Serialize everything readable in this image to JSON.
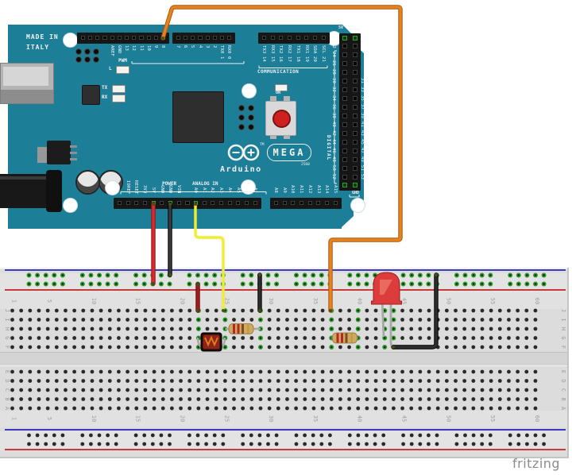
{
  "watermark": {
    "label": "fritzing"
  },
  "arduino": {
    "silk": {
      "made_in_line1": "MADE IN",
      "made_in_line2": "ITALY",
      "brand": "Arduino",
      "model": "MEGA",
      "mcu": "2560",
      "tm": "TM",
      "pwm": "PWM",
      "communication": "COMMUNICATION",
      "digital": "DIGITAL",
      "power": "POWER",
      "analog_in": "ANALOG IN",
      "on": "ON",
      "led_l": "L",
      "led_tx": "TX",
      "led_rx": "RX",
      "five_v": "5V",
      "gnd": "GND"
    },
    "pins": {
      "top_group1": [
        "AREF",
        "GND",
        "13",
        "12",
        "11",
        "10",
        "9",
        "8"
      ],
      "top_group2": [
        "7",
        "6",
        "5",
        "4",
        "3",
        "2",
        "TX0 1",
        "RX0 0"
      ],
      "top_comm": [
        "TX3 14",
        "RX3 15",
        "TX2 16",
        "RX2 17",
        "TX1 18",
        "RX1 19",
        "SDA 20",
        "SCL 21"
      ],
      "digital_left": [
        "22",
        "24",
        "26",
        "28",
        "30",
        "32",
        "34",
        "36",
        "38",
        "40",
        "42",
        "44",
        "46",
        "48",
        "50",
        "52"
      ],
      "digital_right": [
        "31",
        "33",
        "35",
        "37",
        "39",
        "41",
        "43",
        "45",
        "47",
        "49",
        "51",
        "53"
      ],
      "power": [
        "IOREF",
        "RESET",
        "3V3",
        "5V",
        "GND",
        "GND",
        "VIN"
      ],
      "analog_a": [
        "A0",
        "A1",
        "A2",
        "A3",
        "A4",
        "A5",
        "A6",
        "A7"
      ],
      "analog_b": [
        "A8",
        "A9",
        "A10",
        "A11",
        "A12",
        "A13",
        "A14",
        "A15"
      ]
    },
    "board_color": "#1d7e98"
  },
  "breadboard": {
    "row_letters_top": [
      "J",
      "I",
      "H",
      "G",
      "F"
    ],
    "row_letters_bottom": [
      "E",
      "D",
      "C",
      "B",
      "A"
    ],
    "column_numbers": [
      "1",
      "5",
      "10",
      "15",
      "20",
      "25",
      "30",
      "35",
      "40",
      "45",
      "50",
      "55",
      "60"
    ],
    "green_columns": [
      22,
      25,
      29,
      37,
      40,
      43,
      44
    ],
    "connected_hole_color": "#2e9b2e",
    "rail_line_red": "#c83a3a",
    "rail_line_blue": "#3c3cc0"
  },
  "wires": [
    {
      "name": "5v-wire",
      "color": "red",
      "color_hex": "#d92b2b",
      "edge_hex": "#8e1717",
      "from": "Arduino 5V",
      "to": "top rail positive row"
    },
    {
      "name": "gnd-wire",
      "color": "black",
      "color_hex": "#3a3a3a",
      "edge_hex": "#000000",
      "from": "Arduino GND",
      "to": "top rail negative row"
    },
    {
      "name": "a0-wire",
      "color": "yellow",
      "color_hex": "#f0ee30",
      "edge_hex": "#ababab10",
      "from": "Arduino A0",
      "to": "column 25 row J"
    },
    {
      "name": "d8-wire",
      "color": "orange",
      "color_hex": "#e8821f",
      "edge_hex": "#a85812",
      "from": "Arduino pin 8",
      "to": "column 37 row J"
    },
    {
      "name": "rail-jumper-red",
      "color": "dark red",
      "color_hex": "#a31c1c",
      "edge_hex": "#5e0e0e",
      "from": "top rail positive row",
      "to": "column 22 row J"
    },
    {
      "name": "rail-jumper-black",
      "color": "black",
      "color_hex": "#2e2e2e",
      "edge_hex": "#000000",
      "from": "top rail negative row",
      "to": "column 29 row J"
    },
    {
      "name": "led-gnd-wire",
      "color": "black",
      "color_hex": "#2e2e2e",
      "edge_hex": "#000000",
      "from": "top rail negative row col 49",
      "to": "column 44 row F"
    }
  ],
  "components": [
    {
      "name": "photoresistor",
      "kind": "LDR",
      "position": "columns 22-25 row G"
    },
    {
      "name": "resistor-1",
      "kind": "resistor",
      "bands": [
        "red",
        "red",
        "brown",
        "gold"
      ],
      "position": "columns 25-29 row H"
    },
    {
      "name": "resistor-2",
      "kind": "resistor",
      "bands": [
        "red",
        "red",
        "brown",
        "gold"
      ],
      "position": "columns 37-40 row G"
    },
    {
      "name": "led-red",
      "kind": "LED",
      "color": "red",
      "position": "columns 43-44"
    }
  ]
}
